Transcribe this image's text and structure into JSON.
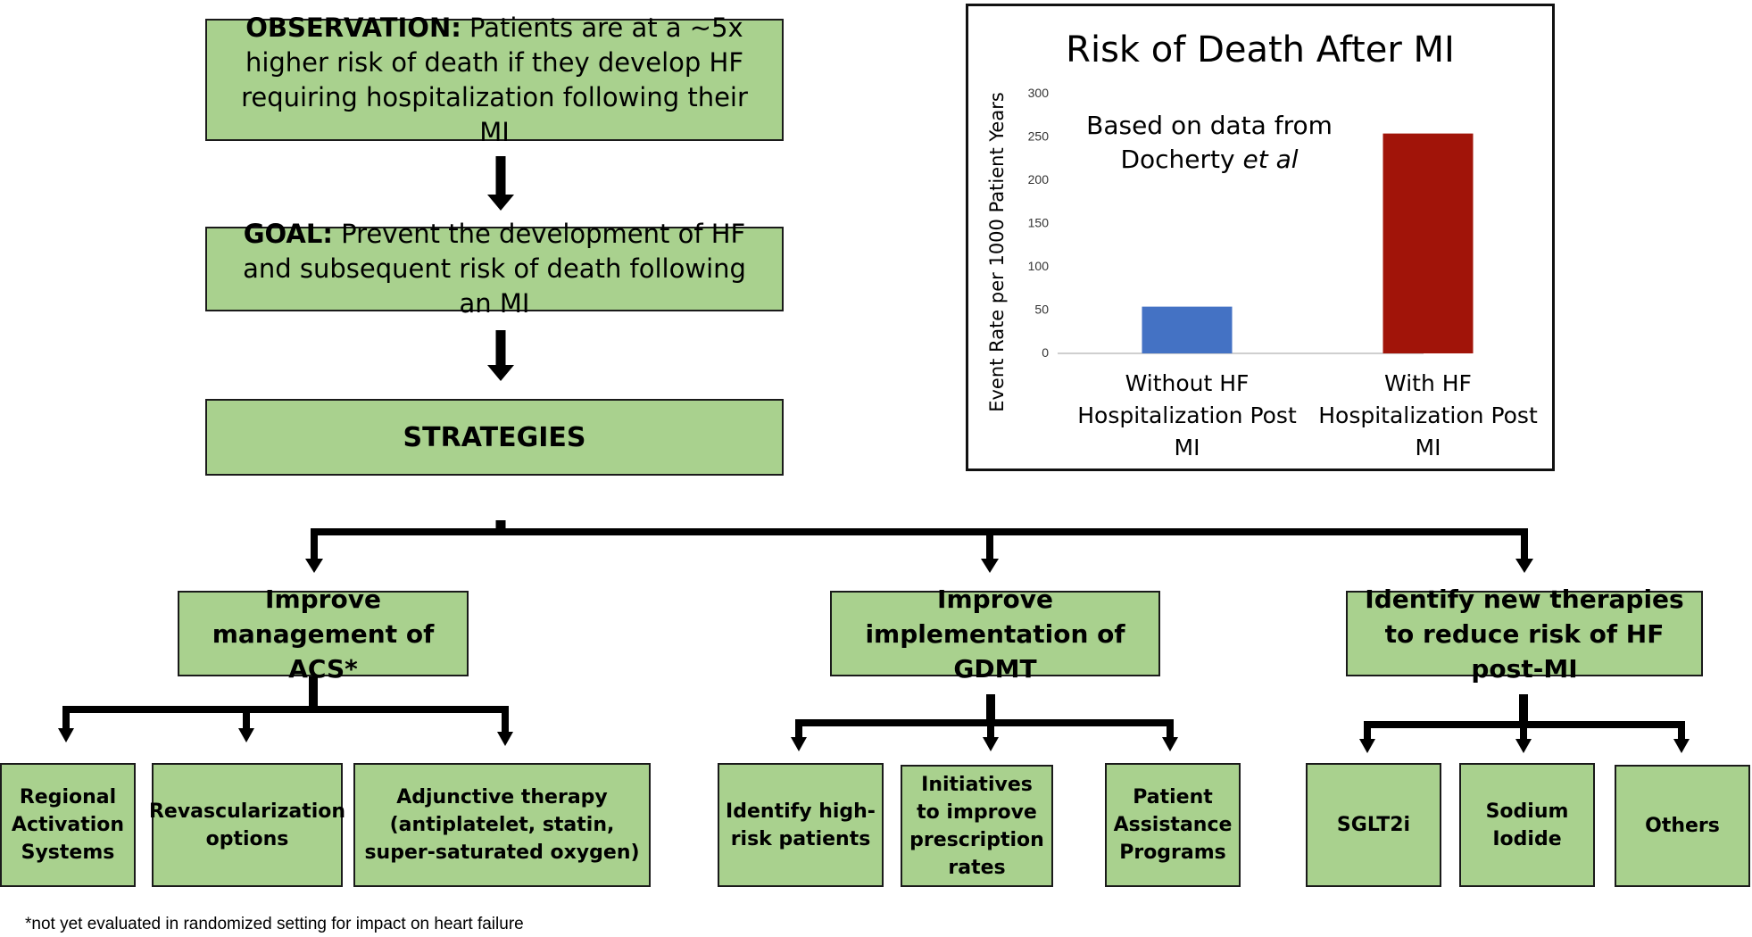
{
  "observation": {
    "label": "OBSERVATION:",
    "text": " Patients are at a ~5x higher risk of death if they develop HF requiring hospitalization following their MI"
  },
  "goal": {
    "label": "GOAL:",
    "text": " Prevent the development of HF and subsequent risk of death following an MI"
  },
  "strategies": {
    "title": "STRATEGIES"
  },
  "branches": [
    {
      "title": "Improve management of ACS*",
      "leaves": [
        "Regional Activation Systems",
        "Revascularization options",
        "Adjunctive therapy (antiplatelet, statin, super-saturated oxygen)"
      ]
    },
    {
      "title": "Improve implementation of GDMT",
      "leaves": [
        "Identify high-risk patients",
        "Initiatives to improve prescription rates",
        "Patient Assistance Programs"
      ]
    },
    {
      "title": "Identify new therapies to reduce risk of HF post-MI",
      "leaves": [
        "SGLT2i",
        "Sodium Iodide",
        "Others"
      ]
    }
  ],
  "footnote": "*not yet evaluated in randomized setting for impact on heart failure",
  "chart_data": {
    "type": "bar",
    "title": "Risk of Death After MI",
    "annotation": {
      "text": "Based on data from Docherty ",
      "italic": "et al"
    },
    "ylabel": "Event Rate per 1000 Patient Years",
    "xlabel": "",
    "ylim": [
      0,
      300
    ],
    "yticks": [
      0,
      50,
      100,
      150,
      200,
      250,
      300
    ],
    "categories": [
      [
        "Without HF",
        "Hospitalization Post",
        "MI"
      ],
      [
        "With HF",
        "Hospitalization Post",
        "MI"
      ]
    ],
    "values": [
      54,
      254
    ],
    "colors": [
      "#4472c4",
      "#a11409"
    ],
    "grid": false,
    "legend": "none"
  }
}
